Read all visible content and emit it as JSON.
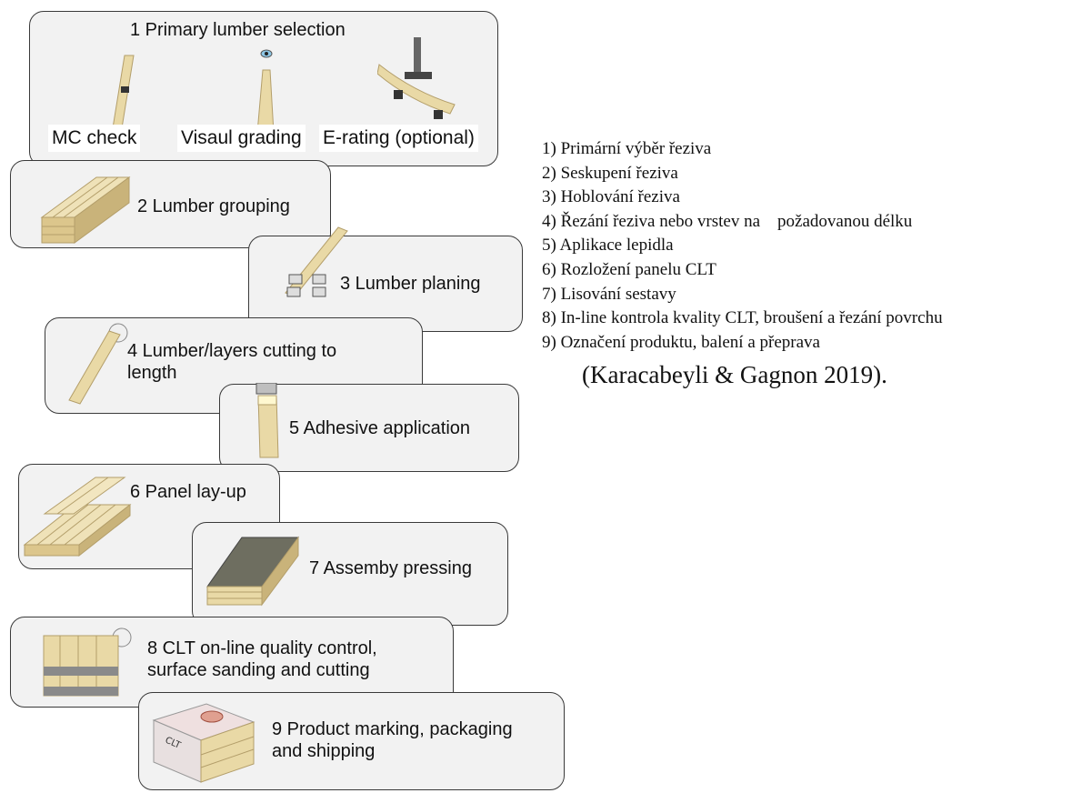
{
  "diagram": {
    "steps": [
      {
        "label": "1 Primary lumber selection",
        "sub_labels": [
          "MC check",
          "Visaul grading",
          "E-rating (optional)"
        ]
      },
      {
        "label": "2 Lumber grouping"
      },
      {
        "label": "3 Lumber planing"
      },
      {
        "label": "4 Lumber/layers cutting to length"
      },
      {
        "label": "5 Adhesive application"
      },
      {
        "label": "6 Panel lay-up"
      },
      {
        "label": "7 Assemby pressing"
      },
      {
        "label": "8 CLT on-line quality control, surface sanding and cutting"
      },
      {
        "label": "9 Product marking, packaging and shipping"
      }
    ],
    "legend": [
      "1) Primární výběr řeziva",
      "2) Seskupení řeziva",
      "3) Hoblování řeziva",
      "4) Řezání řeziva nebo vrstev na    požadovanou délku",
      "5) Aplikace lepidla",
      "6) Rozložení panelu CLT",
      "7) Lisování sestavy",
      "8) In-line kontrola kvality CLT, broušení a řezání povrchu",
      "9) Označení produktu, balení a přeprava"
    ],
    "citation": "(Karacabeyli & Gagnon 2019).",
    "colors": {
      "box_fill": "#f2f2f2",
      "box_border": "#3a3a3a",
      "wood_light": "#e9d9a6",
      "wood_dark": "#c9b37a",
      "press_plate": "#6e6e60"
    }
  }
}
